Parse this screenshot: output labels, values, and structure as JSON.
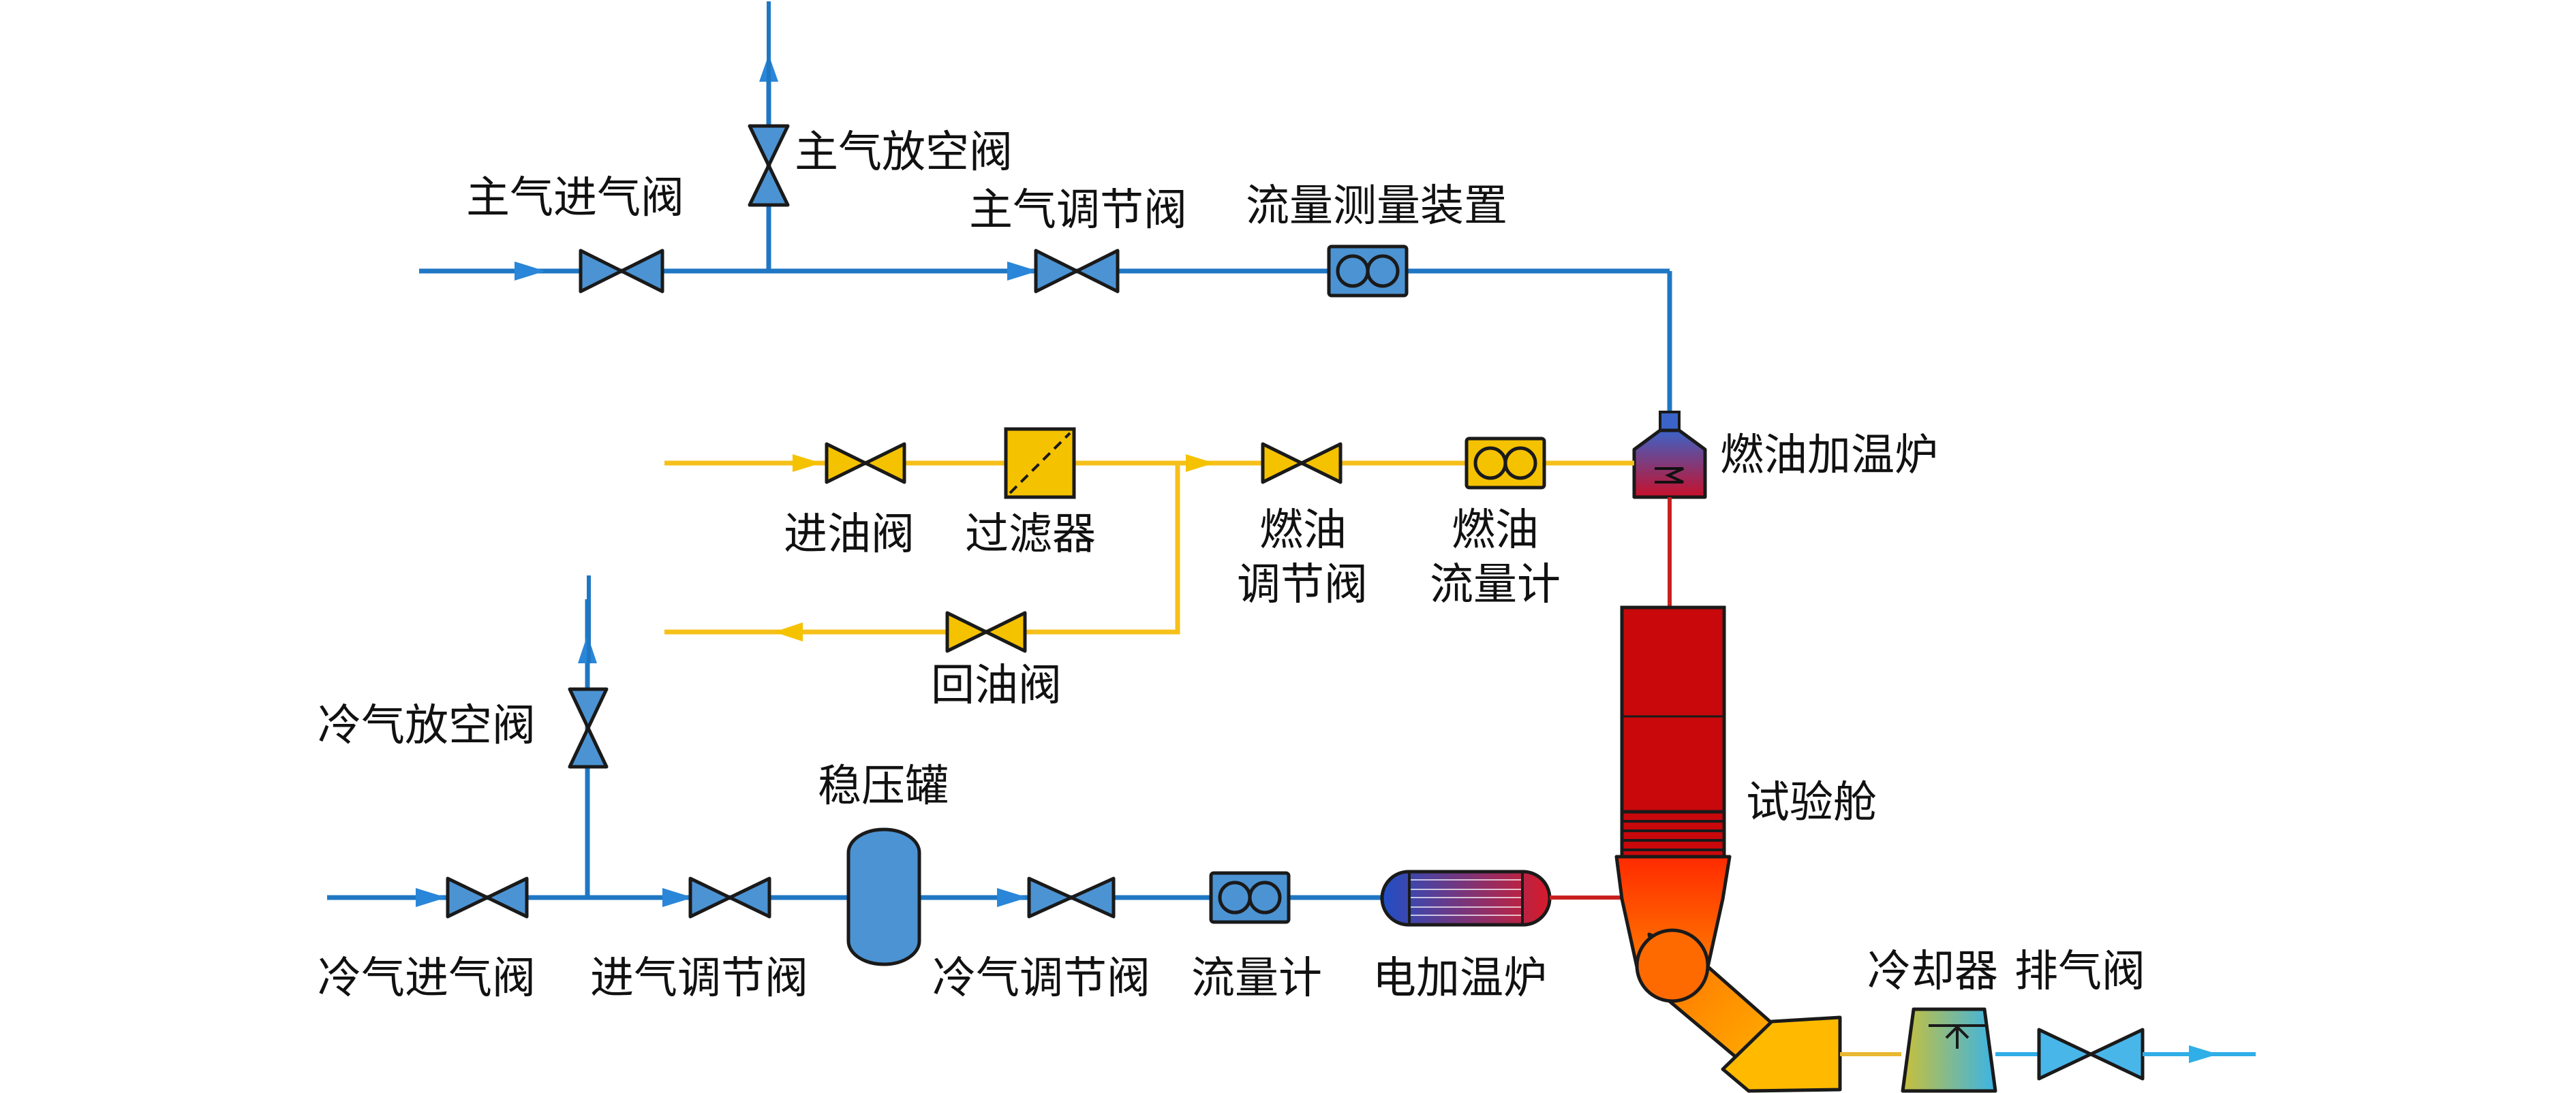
{
  "colors": {
    "air_line": "#1f77c4",
    "air_valve": "#4c93d3",
    "air_arrow": "#2a86d8",
    "fuel_line": "#f6c01a",
    "fuel_valve": "#f5c200",
    "heater_line": "#c82020",
    "chamber": "#c8080b",
    "outline": "#1a1a1a",
    "exhaust_valve": "#49b6ea",
    "exhaust_line": "#2faee8"
  },
  "icons": {
    "valve": "bowtie-valve-icon",
    "flow_meter": "double-circle-flowmeter-icon",
    "filter": "diagonal-filter-icon",
    "tank": "pressure-tank-icon",
    "heater": "electric-heater-icon",
    "burner": "fuel-heater-icon",
    "cooler": "cooler-icon"
  },
  "labels": {
    "main_inlet_valve": "主气进气阀",
    "main_vent_valve": "主气放空阀",
    "main_regulating_valve": "主气调节阀",
    "flow_measuring_device": "流量测量装置",
    "fuel_heater": "燃油加温炉",
    "oil_inlet_valve": "进油阀",
    "filter": "过滤器",
    "fuel_regulating_valve_l1": "燃油",
    "fuel_regulating_valve_l2": "调节阀",
    "fuel_flowmeter_l1": "燃油",
    "fuel_flowmeter_l2": "流量计",
    "oil_return_valve": "回油阀",
    "cold_vent_valve": "冷气放空阀",
    "surge_tank": "稳压罐",
    "test_chamber": "试验舱",
    "cold_inlet_valve": "冷气进气阀",
    "inlet_regulating_valve": "进气调节阀",
    "cold_regulating_valve": "冷气调节阀",
    "flowmeter": "流量计",
    "electric_heater": "电加温炉",
    "cooler": "冷却器",
    "exhaust_valve": "排气阀"
  }
}
